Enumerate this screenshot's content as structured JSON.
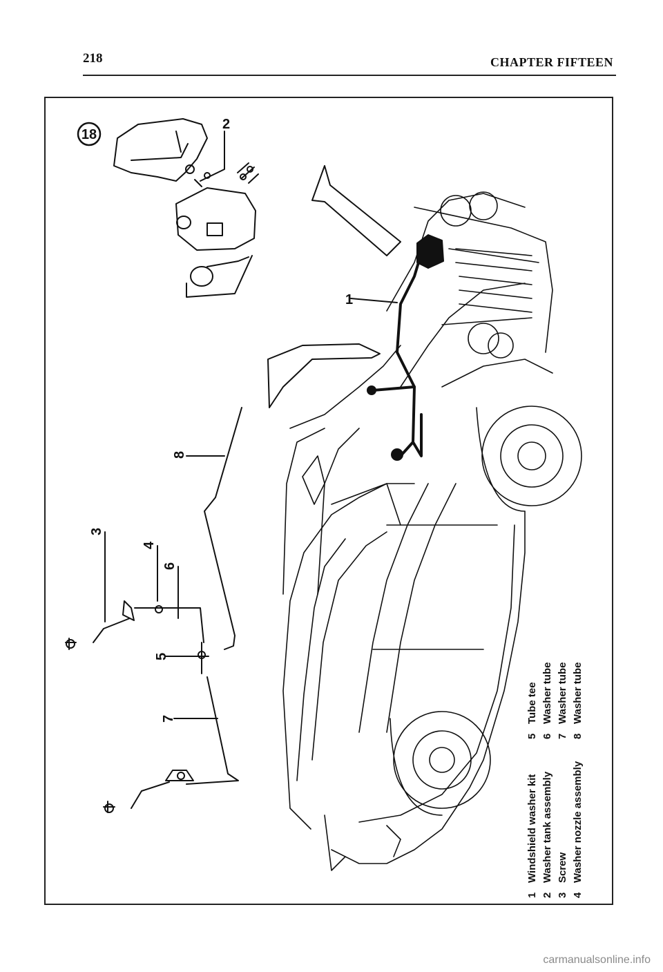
{
  "header": {
    "page_number": "218",
    "chapter_title": "CHAPTER FIFTEEN"
  },
  "figure": {
    "number": "18",
    "callouts": [
      "1",
      "2",
      "3",
      "4",
      "5",
      "6",
      "7",
      "8"
    ],
    "legend": [
      {
        "num": "1",
        "label": "Windshield washer kit"
      },
      {
        "num": "2",
        "label": "Washer tank assembly"
      },
      {
        "num": "3",
        "label": "Screw"
      },
      {
        "num": "4",
        "label": "Washer nozzle assembly"
      },
      {
        "num": "5",
        "label": "Tube tee"
      },
      {
        "num": "6",
        "label": "Washer tube"
      },
      {
        "num": "7",
        "label": "Washer tube"
      },
      {
        "num": "8",
        "label": "Washer tube"
      }
    ]
  },
  "footer": {
    "watermark": "carmanualsonline.info"
  }
}
